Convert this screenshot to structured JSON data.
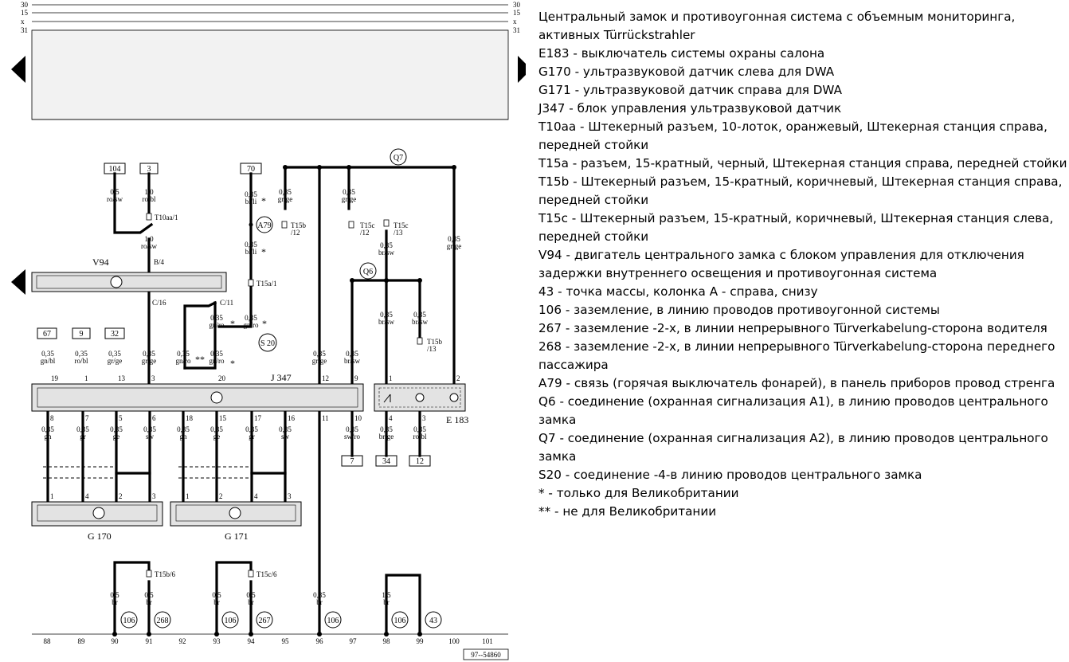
{
  "legend": {
    "lines": [
      "Центральный замок и противоугонная система с объемным мониторинга,",
      "активных Türrückstrahler",
      "E183 - выключатель системы охраны салона",
      "G170 - ультразвуковой датчик слева для DWA",
      "G171 - ультразвуковой датчик справа для DWA",
      "J347 - блок управления ультразвуковой датчик",
      "T10aa - Штекерный разъем, 10-лоток, оранжевый, Штекерная станция справа,",
      "передней стойки",
      "T15a - разъем, 15-кратный, черный, Штекерная станция справа, передней стойки",
      "T15b - Штекерный разъем, 15-кратный, коричневый, Штекерная станция справа,",
      "передней стойки",
      "T15c - Штекерный разъем, 15-кратный, коричневый, Штекерная станция слева,",
      "передней стойки",
      "V94 - двигатель центрального замка с блоком управления для отключения",
      "задержки внутреннего освещения и противоугонная система",
      "43 - точка массы, колонка A - справа, снизу",
      "106 - заземление, в линию проводов противоугонной системы",
      "267 - заземление -2-х, в линии непрерывного Türverkabelung-сторона водителя",
      "268 - заземление -2-х, в линии непрерывного Türverkabelung-сторона переднего",
      "пассажира",
      "A79 - связь (горячая выключатель фонарей), в панель приборов провод стренга",
      "Q6 - соединение (охранная сигнализация A1), в линию проводов центрального",
      "замка",
      " Q7 - соединение (охранная сигнализация A2), в линию проводов центрального",
      "замка",
      "S20 - соединение -4-в линию проводов центрального замка",
      "* - только для Великобритании",
      "** - не для Великобритании"
    ]
  },
  "diagram": {
    "rails": [
      "30",
      "15",
      "x",
      "31"
    ],
    "top_refs": [
      "104",
      "3",
      "70"
    ],
    "left_refs": [
      "67",
      "9",
      "32"
    ],
    "bottom_refs": [
      "7",
      "34",
      "12"
    ],
    "components": {
      "v94": "V94",
      "j347": "J 347",
      "e183": "E 183",
      "g170": "G 170",
      "g171": "G 171"
    },
    "wires": {
      "w104": "0,5\nro/sw",
      "w3a": "1,0\nro/bl",
      "w3b": "1,0\nro/sw",
      "w70": "0,35\nbl/li",
      "w70b": "0,35\nbl/li",
      "wgnro1": "0,35\ngn/ro",
      "wgnro2": "0,35\ngn/ro",
      "wgrge1": "0,35\ngr/ge",
      "wgrge2": "0,35\ngr/ge",
      "wbrsw1": "0,35\nbr/sw",
      "wbrsw2": "0,35\nbr/sw",
      "wgrge3": "0,35\ngr/ge",
      "wgnbl": "0,35\ngn/bl",
      "wrobl": "0,35\nro/bl",
      "wgrge4": "0,35\ngr/ge",
      "wgrge5": "0,35\ngr/ge",
      "wgnro3": "0,35\ngn/ro",
      "wgnro4": "0,35\ngn/ro",
      "wgrge6": "0,35\ngr/ge",
      "wbrsw3": "0,35\nbr/sw",
      "wgn1": "0,35\ngn",
      "wgr1": "0,35\ngr",
      "wge1": "0,35\nge",
      "wsw1": "0,35\nsw",
      "wgn2": "0,35\ngn",
      "wge2": "0,35\nge",
      "wgr2": "0,35\ngr",
      "wsw2": "0,35\nsw",
      "wswro": "0,35\nsw/ro",
      "wbrge": "0,35\nbr/ge",
      "wrobl2": "0,35\nro/bl",
      "wbr1": "0,5\nbr",
      "wbr2": "0,5\nbr",
      "wbr3": "0,5\nbr",
      "wbr4": "0,5\nbr",
      "wbr5": "0,35\nbr",
      "wbr6": "1,5\nbr"
    },
    "connectors": {
      "t10aa1": "T10aa/1",
      "v94b4": "B/4",
      "v94c16": "C/16",
      "v94c11": "C/11",
      "t15b12": "T15b\n/12",
      "t15a1": "T15a/1",
      "t15c12": "T15c\n/12",
      "t15c13": "T15c\n/13",
      "t15b13": "T15b\n/13",
      "t15b6": "T15b/6",
      "t15c6": "T15c/6"
    },
    "nodes": {
      "a79": "A79",
      "q6": "Q6",
      "q7": "Q7",
      "s20": "S 20"
    },
    "grounds": [
      "106",
      "268",
      "106",
      "267",
      "106",
      "106",
      "43"
    ],
    "bottom_numbers": [
      "88",
      "89",
      "90",
      "91",
      "92",
      "93",
      "94",
      "95",
      "96",
      "97",
      "98",
      "99",
      "100",
      "101"
    ],
    "ref_code": "97--54860",
    "asterisk": "*",
    "double_asterisk": "**"
  }
}
